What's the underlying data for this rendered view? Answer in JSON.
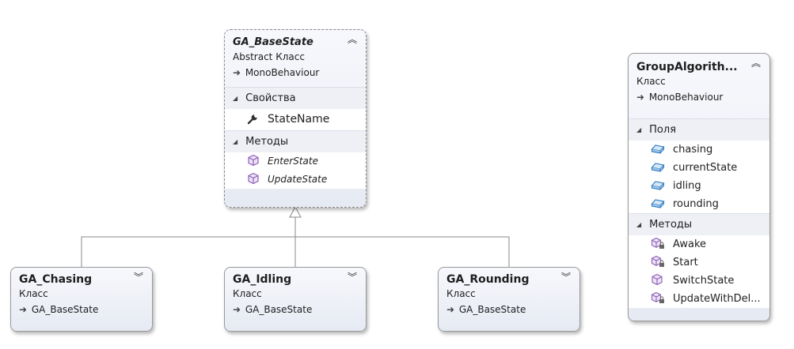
{
  "base_state": {
    "title": "GA_BaseState",
    "stereotype": "Abstract Класс",
    "base": "MonoBehaviour",
    "properties_label": "Свойства",
    "properties": [
      "StateName"
    ],
    "methods_label": "Методы",
    "methods": [
      "EnterState",
      "UpdateState"
    ]
  },
  "chasing": {
    "title": "GA_Chasing",
    "stereotype": "Класс",
    "base": "GA_BaseState"
  },
  "idling": {
    "title": "GA_Idling",
    "stereotype": "Класс",
    "base": "GA_BaseState"
  },
  "rounding": {
    "title": "GA_Rounding",
    "stereotype": "Класс",
    "base": "GA_BaseState"
  },
  "group_algorithm": {
    "title": "GroupAlgorith...",
    "stereotype": "Класс",
    "base": "MonoBehaviour",
    "fields_label": "Поля",
    "fields": [
      "chasing",
      "currentState",
      "idling",
      "rounding"
    ],
    "methods_label": "Методы",
    "methods": [
      "Awake",
      "Start",
      "SwitchState",
      "UpdateWithDel..."
    ]
  },
  "icons": {
    "collapse": "double-chevron-up-icon",
    "expand": "double-chevron-down-icon",
    "property": "wrench-icon",
    "method": "cube-icon",
    "private_method": "cube-lock-icon",
    "field": "field-icon",
    "inherits": "arrow-right-icon"
  },
  "colors": {
    "method_icon": "#8e5fb7",
    "field_icon": "#2a78c2"
  }
}
